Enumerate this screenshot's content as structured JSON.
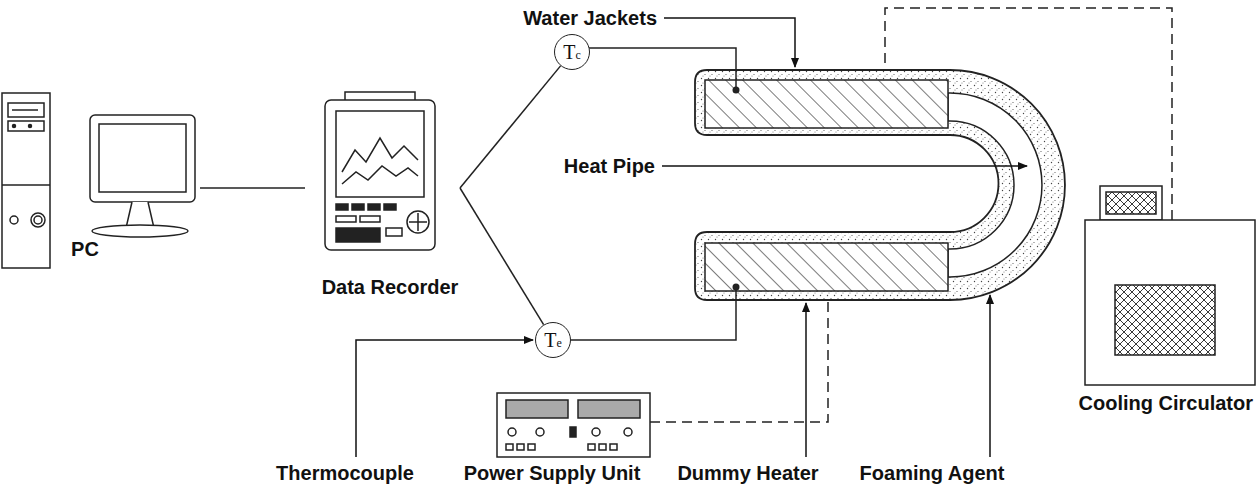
{
  "diagram": {
    "nodes": [
      {
        "text": [
          "PC"
        ]
      },
      {
        "text": [
          "Data Recorder"
        ]
      },
      {
        "text": [
          "Tc"
        ]
      },
      {
        "text": [
          "Te"
        ]
      }
    ],
    "edges": [
      {
        "from": 0,
        "to": 1,
        "arrow": "none"
      },
      {
        "from": 1,
        "to": 2,
        "arrow": "none"
      },
      {
        "from": 1,
        "to": 3,
        "arrow": "none"
      }
    ],
    "labels": [
      "Water Jackets",
      "Heat Pipe",
      "Thermocouple",
      "Power Supply Unit",
      "Dummy Heater",
      "Foaming Agent",
      "Cooling Circulator"
    ]
  }
}
